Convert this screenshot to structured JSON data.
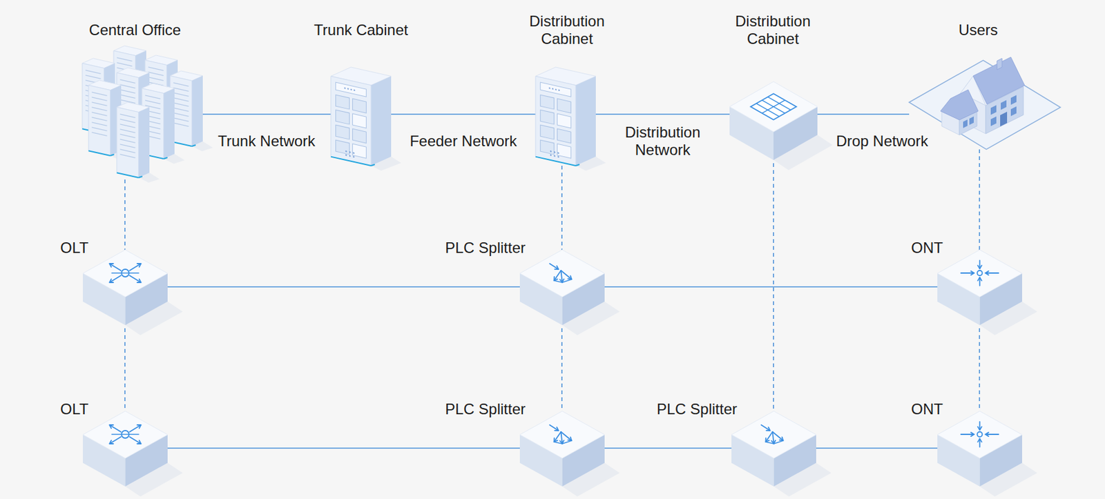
{
  "diagram": {
    "nodes": [
      {
        "text": [
          "Central Office"
        ]
      },
      {
        "text": [
          "Trunk Cabinet"
        ]
      },
      {
        "text": [
          "Distribution Cabinet"
        ]
      },
      {
        "text": [
          "Distribution Cabinet"
        ]
      },
      {
        "text": [
          "Users"
        ]
      },
      {
        "text": [
          "OLT"
        ]
      },
      {
        "text": [
          "PLC Splitter"
        ]
      },
      {
        "text": [
          "ONT"
        ]
      },
      {
        "text": [
          "OLT"
        ]
      },
      {
        "text": [
          "PLC Splitter"
        ]
      },
      {
        "text": [
          "PLC Splitter"
        ]
      },
      {
        "text": [
          "ONT"
        ]
      }
    ],
    "edges": [
      {
        "from": 0,
        "to": 1,
        "arrow": "none",
        "label": "Trunk Network"
      },
      {
        "from": 1,
        "to": 2,
        "arrow": "none",
        "label": "Feeder Network"
      },
      {
        "from": 2,
        "to": 3,
        "arrow": "none",
        "label": "Distribution Network"
      },
      {
        "from": 3,
        "to": 4,
        "arrow": "none",
        "label": "Drop Network"
      },
      {
        "from": 5,
        "to": 6,
        "arrow": "none"
      },
      {
        "from": 6,
        "to": 7,
        "arrow": "none"
      },
      {
        "from": 8,
        "to": 9,
        "arrow": "none"
      },
      {
        "from": 9,
        "to": 10,
        "arrow": "none"
      },
      {
        "from": 10,
        "to": 11,
        "arrow": "none"
      },
      {
        "from": 0,
        "to": 5,
        "arrow": "none"
      },
      {
        "from": 5,
        "to": 8,
        "arrow": "none"
      },
      {
        "from": 2,
        "to": 6,
        "arrow": "none"
      },
      {
        "from": 6,
        "to": 9,
        "arrow": "none"
      },
      {
        "from": 3,
        "to": 10,
        "arrow": "none"
      },
      {
        "from": 4,
        "to": 7,
        "arrow": "none"
      },
      {
        "from": 7,
        "to": 11,
        "arrow": "none"
      }
    ]
  }
}
